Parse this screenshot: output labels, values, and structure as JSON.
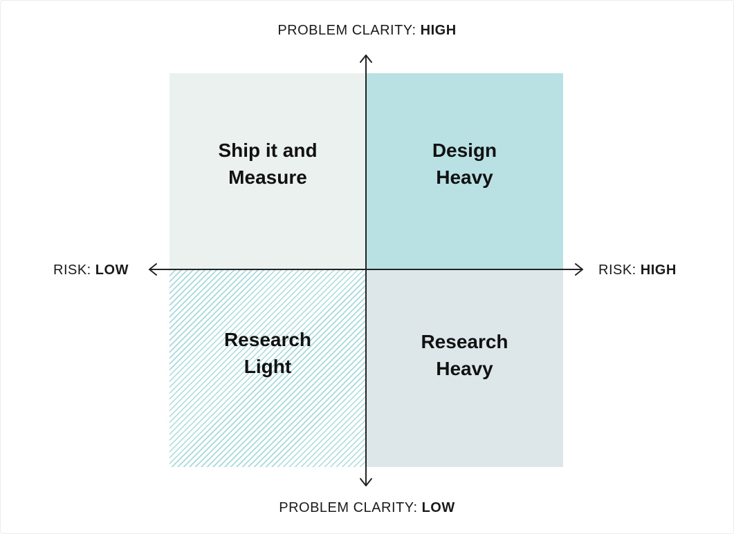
{
  "axes": {
    "top": {
      "prefix": "PROBLEM CLARITY: ",
      "value": "HIGH"
    },
    "bottom": {
      "prefix": "PROBLEM CLARITY: ",
      "value": "LOW"
    },
    "left": {
      "prefix": "RISK: ",
      "value": "LOW"
    },
    "right": {
      "prefix": "RISK: ",
      "value": "HIGH"
    }
  },
  "quadrants": {
    "top_left": {
      "label": "Ship it and\nMeasure",
      "color": "#ebf1ee"
    },
    "top_right": {
      "label": "Design\nHeavy",
      "color": "#b9e1e4"
    },
    "bottom_left": {
      "label": "Research\nLight",
      "pattern": "diagonal-hatch",
      "color": "#a6d9dd"
    },
    "bottom_right": {
      "label": "Research\nHeavy",
      "color": "#dde7ea"
    }
  },
  "colors": {
    "axis_line": "#222222",
    "text": "#111111"
  }
}
